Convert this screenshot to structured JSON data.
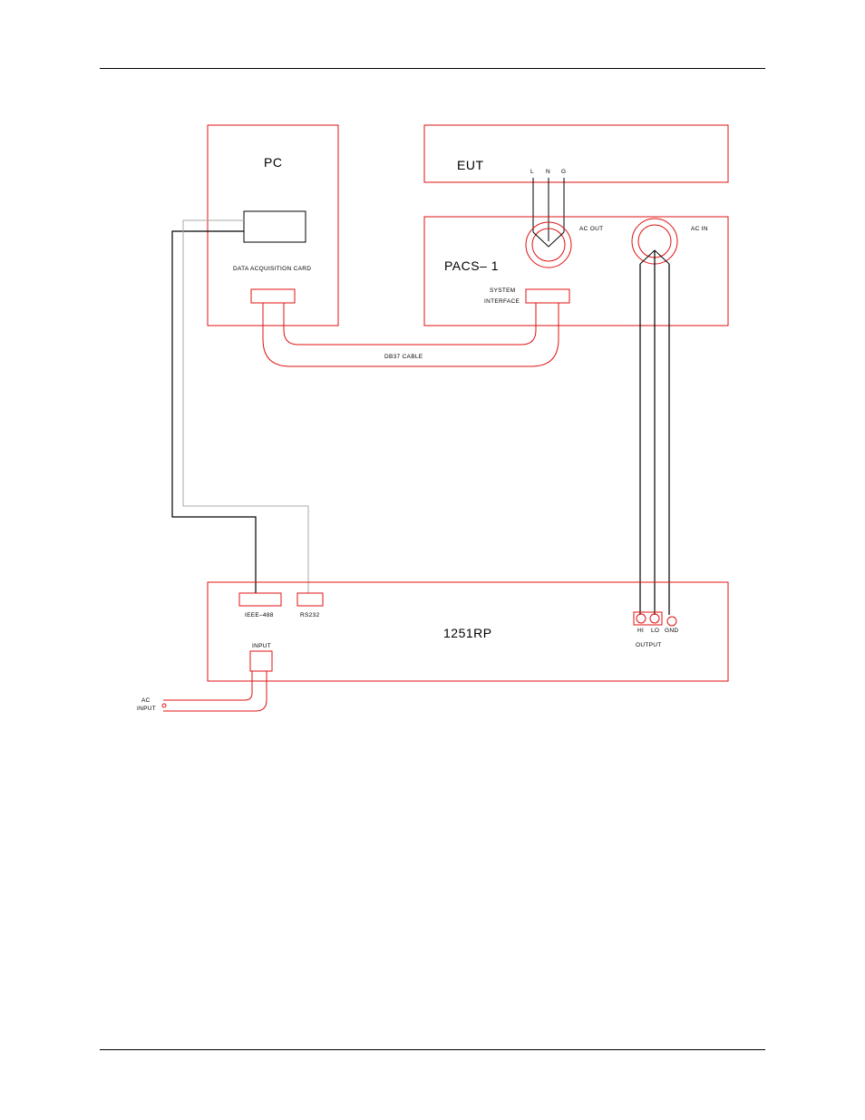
{
  "diagram": {
    "pc": {
      "title": "PC",
      "card_label": "DATA  ACQUISITION  CARD"
    },
    "eut": {
      "title": "EUT",
      "terminals": [
        "L",
        "N",
        "G"
      ]
    },
    "pacs": {
      "title": "PACS– 1",
      "ac_out": "AC  OUT",
      "ac_in": "AC  IN",
      "system_interface": [
        "SYSTEM",
        "INTERFACE"
      ]
    },
    "cable": {
      "label": "DB37  CABLE"
    },
    "source": {
      "title": "1251RP",
      "ieee_label": "IEEE–488",
      "rs232_label": "RS232",
      "input_label": "INPUT",
      "hi_label": "HI",
      "lo_label": "LO",
      "gnd_label": "GND",
      "output_label": "OUTPUT"
    },
    "ac_input": [
      "AC",
      "INPUT"
    ],
    "colors": {
      "outline": "#e01010",
      "ieee_wire": "#000000",
      "rs232_wire": "#a8a8a8"
    }
  }
}
